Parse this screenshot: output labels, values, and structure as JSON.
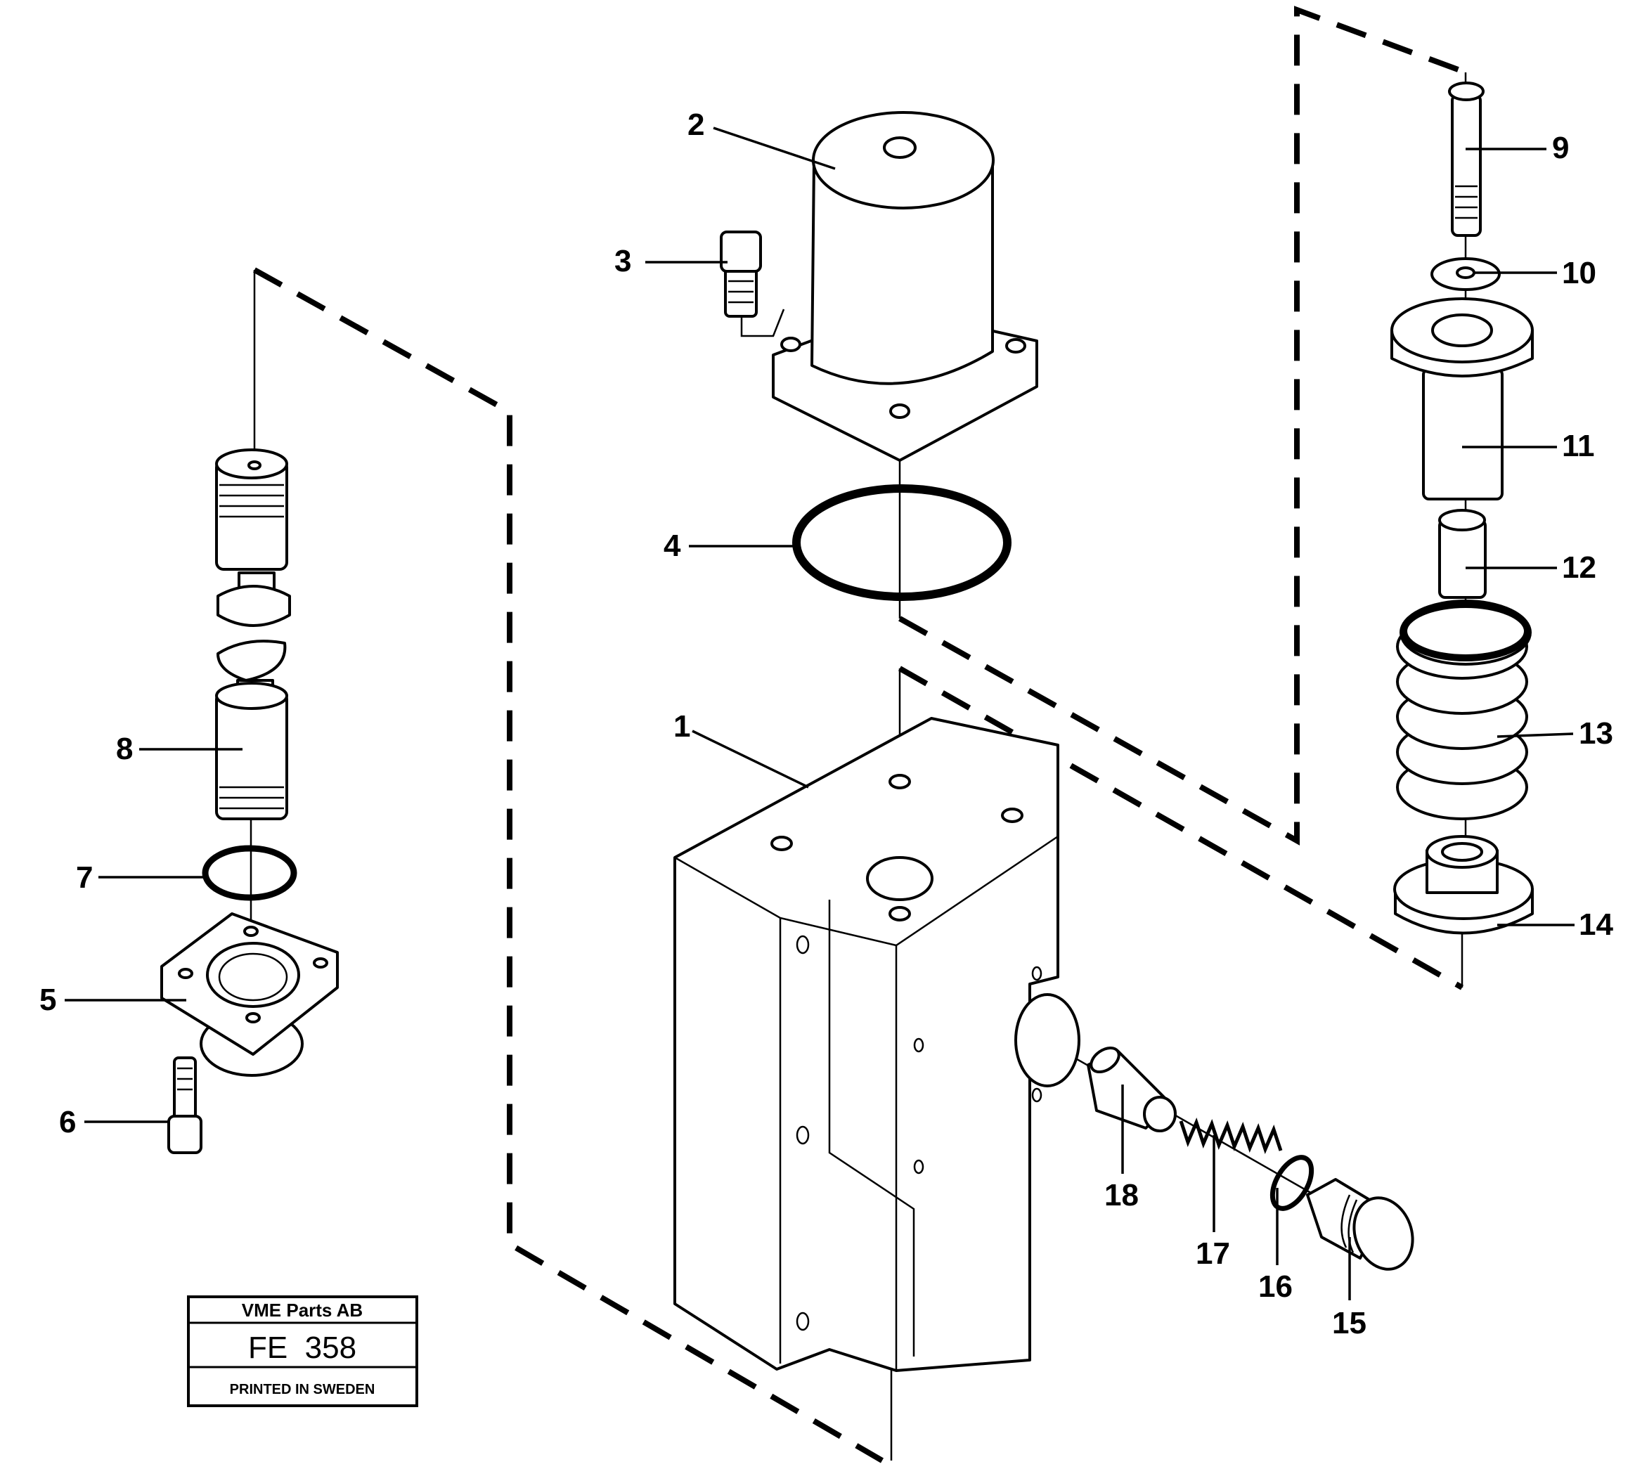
{
  "drawing": {
    "callouts": [
      {
        "id": "1",
        "label": "1"
      },
      {
        "id": "2",
        "label": "2"
      },
      {
        "id": "3",
        "label": "3"
      },
      {
        "id": "4",
        "label": "4"
      },
      {
        "id": "5",
        "label": "5"
      },
      {
        "id": "6",
        "label": "6"
      },
      {
        "id": "7",
        "label": "7"
      },
      {
        "id": "8",
        "label": "8"
      },
      {
        "id": "9",
        "label": "9"
      },
      {
        "id": "10",
        "label": "10"
      },
      {
        "id": "11",
        "label": "11"
      },
      {
        "id": "12",
        "label": "12"
      },
      {
        "id": "13",
        "label": "13"
      },
      {
        "id": "14",
        "label": "14"
      },
      {
        "id": "15",
        "label": "15"
      },
      {
        "id": "16",
        "label": "16"
      },
      {
        "id": "17",
        "label": "17"
      },
      {
        "id": "18",
        "label": "18"
      }
    ]
  },
  "title_block": {
    "company": "VME Parts AB",
    "drawing_code": "FE  358",
    "printed": "PRINTED IN SWEDEN"
  }
}
